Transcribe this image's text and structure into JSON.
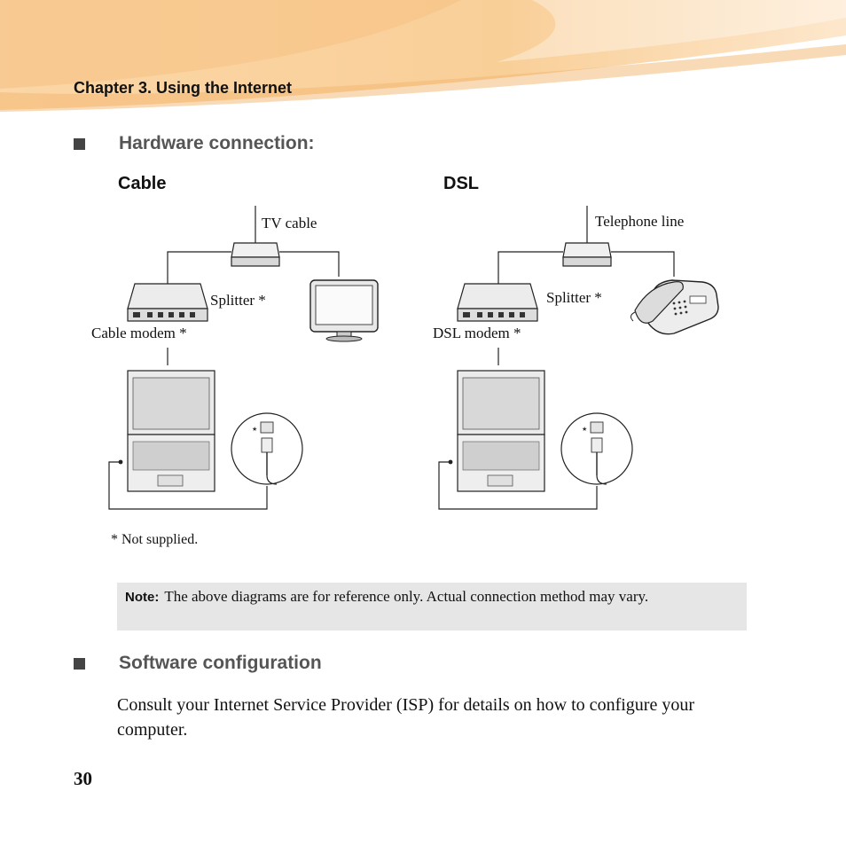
{
  "header": {
    "chapter": "Chapter 3. Using the Internet"
  },
  "sections": {
    "hardware": {
      "title": "Hardware connection:"
    },
    "software": {
      "title": "Software configuration"
    }
  },
  "diagrams": {
    "cable": {
      "title": "Cable",
      "tv_cable": "TV cable",
      "splitter": "Splitter *",
      "modem": "Cable modem *"
    },
    "dsl": {
      "title": "DSL",
      "telephone_line": "Telephone line",
      "splitter": "Splitter *",
      "modem": "DSL modem *"
    },
    "footnote": "* Not supplied."
  },
  "note": {
    "label": "Note:",
    "text": "The above diagrams are for reference only. Actual connection method may vary."
  },
  "body_text": "Consult your Internet Service Provider (ISP) for details on how to configure your computer.",
  "page_number": "30",
  "colors": {
    "banner_orange": "#f7c48c",
    "note_bg": "#e6e6e6",
    "heading_gray": "#555555"
  }
}
